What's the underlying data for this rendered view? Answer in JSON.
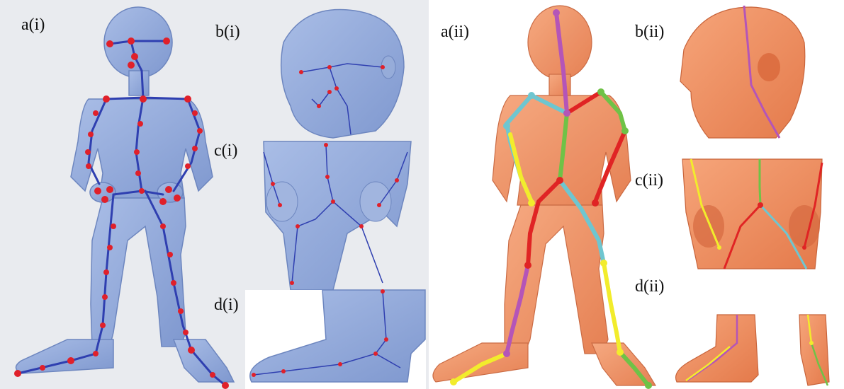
{
  "labels": {
    "a_i": "a(i)",
    "b_i": "b(i)",
    "c_i": "c(i)",
    "d_i": "d(i)",
    "a_ii": "a(ii)",
    "b_ii": "b(ii)",
    "c_ii": "c(ii)",
    "d_ii": "d(ii)"
  },
  "colors": {
    "panel_bg": "#e9ebef",
    "blue_body": "#8fa8d8",
    "blue_outline": "#6d86bf",
    "skeleton_line": "#2f3fb0",
    "joint": "#e0202a",
    "orange_body": "#f08e60",
    "orange_dark": "#c8643b",
    "seg_purple": "#b455b8",
    "seg_cyan": "#6ec6d0",
    "seg_red": "#e02424",
    "seg_green": "#6fc247",
    "seg_yellow": "#f2ec2c"
  }
}
